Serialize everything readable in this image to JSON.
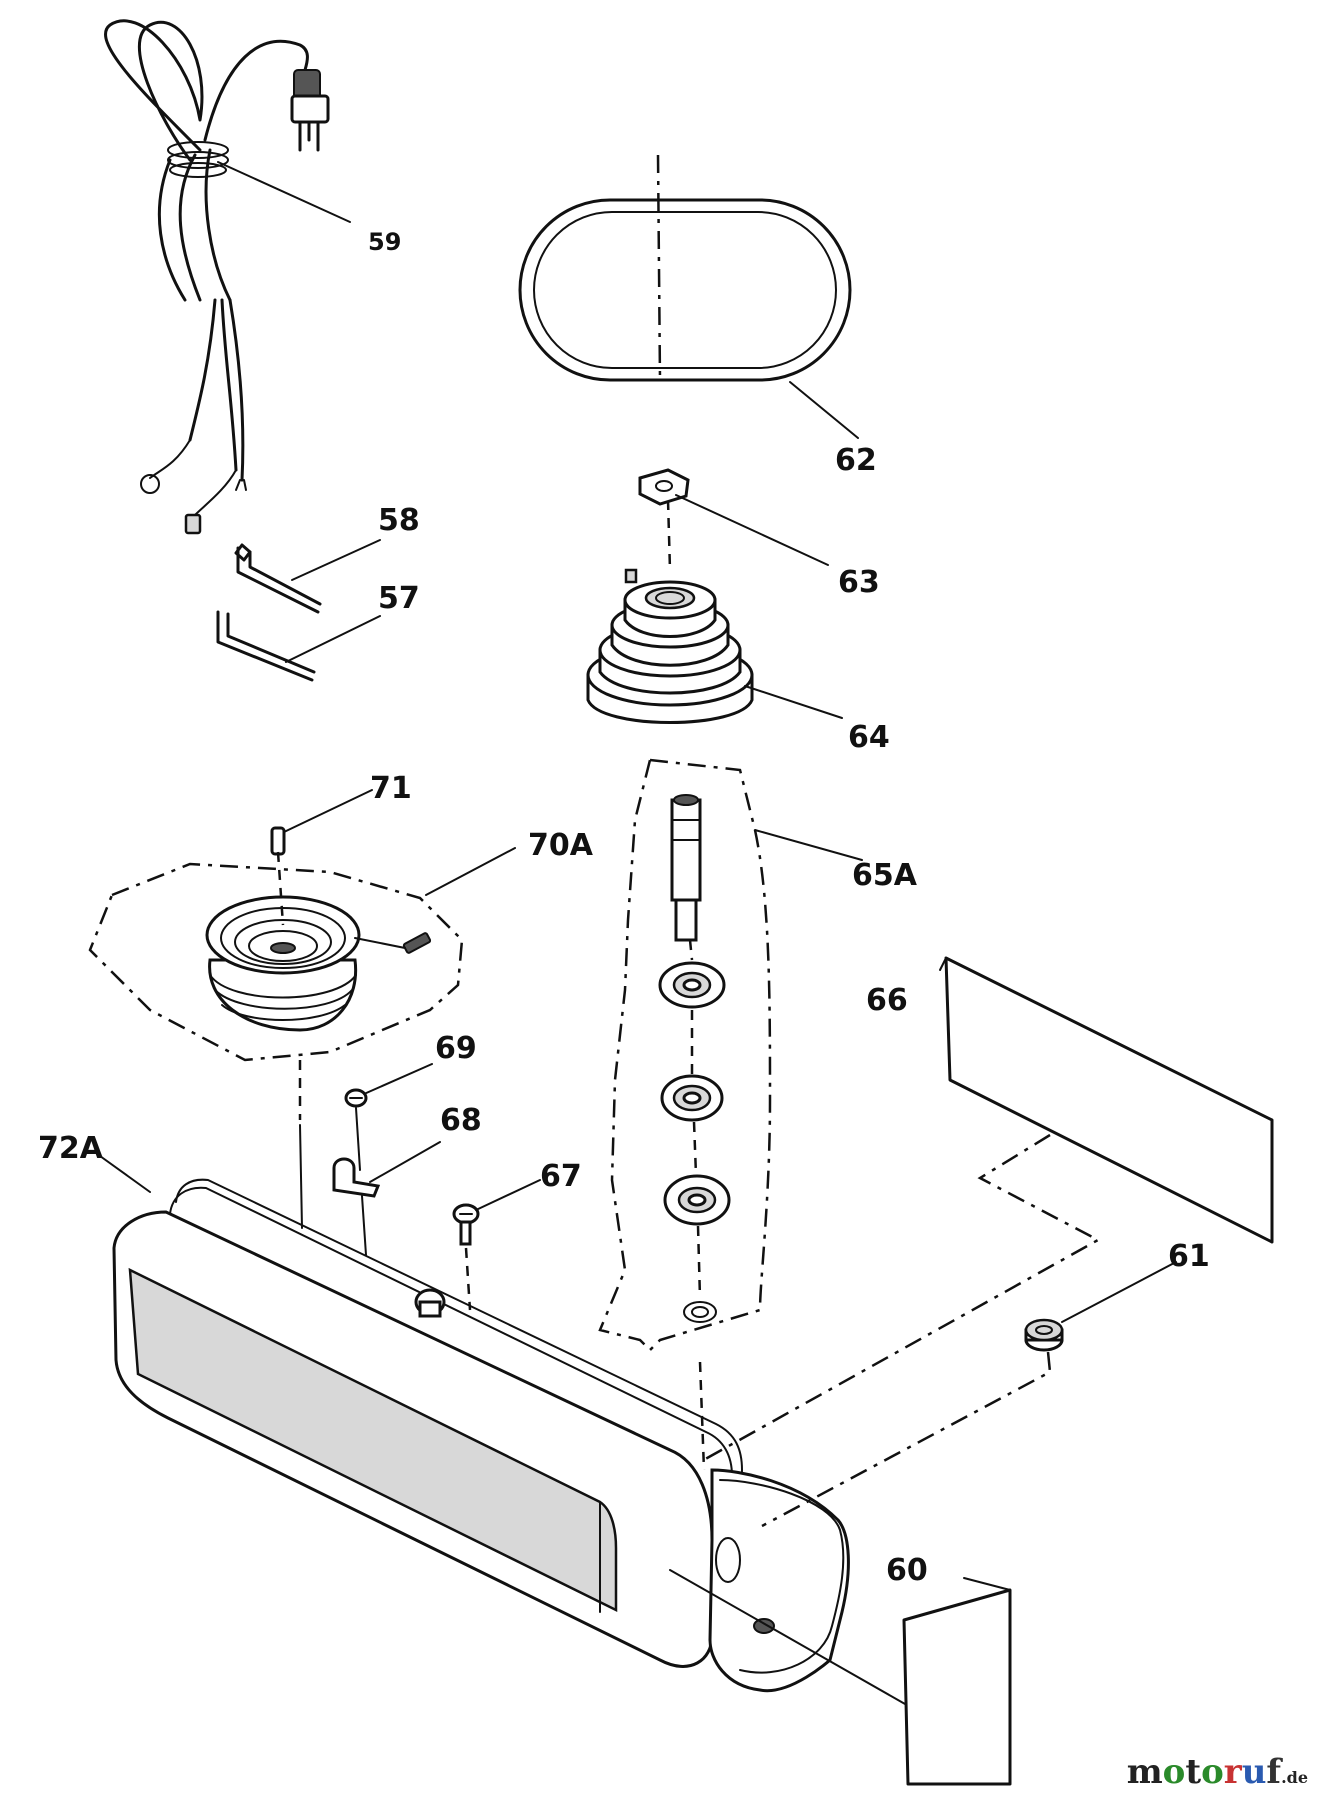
{
  "diagram": {
    "part_labels": {
      "p59": "59",
      "p62": "62",
      "p63": "63",
      "p58": "58",
      "p57": "57",
      "p64": "64",
      "p71": "71",
      "p70A": "70A",
      "p65A": "65A",
      "p66": "66",
      "p69": "69",
      "p68": "68",
      "p72A": "72A",
      "p67": "67",
      "p61": "61",
      "p60": "60"
    }
  },
  "watermark": {
    "m1": "m",
    "m2": "o",
    "m3": "t",
    "m4": "o",
    "m5": "r",
    "m6": "u",
    "m7": "f",
    "m8": ".de"
  },
  "colors": {
    "line": "#111111",
    "background": "#ffffff"
  }
}
